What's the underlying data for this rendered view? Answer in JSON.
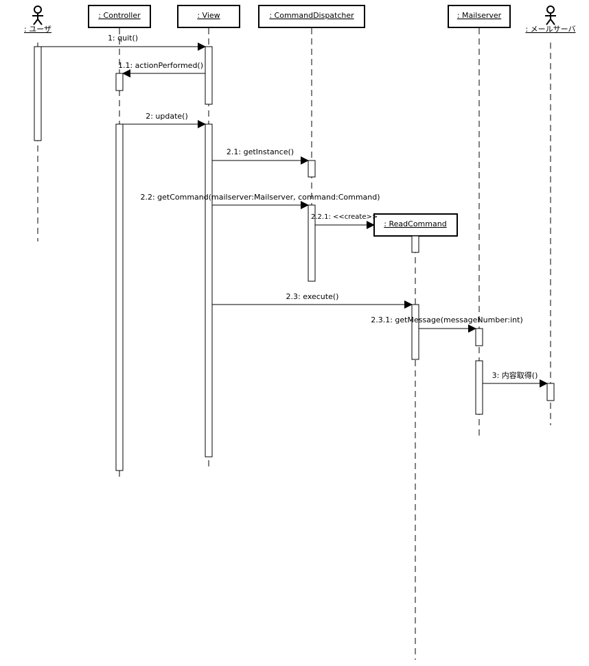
{
  "actors": [
    {
      "id": "user",
      "label": ": ユーザ"
    },
    {
      "id": "mailsrv",
      "label": ": メールサーバ"
    }
  ],
  "objects": [
    {
      "id": "controller",
      "label": ": Controller"
    },
    {
      "id": "view",
      "label": ": View"
    },
    {
      "id": "dispatcher",
      "label": ": CommandDispatcher"
    },
    {
      "id": "mailserver",
      "label": ": Mailserver"
    },
    {
      "id": "readcommand",
      "label": ": ReadCommand"
    }
  ],
  "messages": [
    {
      "id": "m1",
      "label": "1: quit()"
    },
    {
      "id": "m11",
      "label": "1.1: actionPerformed()"
    },
    {
      "id": "m2",
      "label": "2: update()"
    },
    {
      "id": "m21",
      "label": "2.1: getInstance()"
    },
    {
      "id": "m22",
      "label": "2.2: getCommand(mailserver:Mailserver, command:Command)"
    },
    {
      "id": "m221",
      "label": "2.2.1: <<create>>"
    },
    {
      "id": "m23",
      "label": "2.3: execute()"
    },
    {
      "id": "m231",
      "label": "2.3.1: getMessage(messageNumber:int)"
    },
    {
      "id": "m3",
      "label": "3: 内容取得()"
    }
  ]
}
